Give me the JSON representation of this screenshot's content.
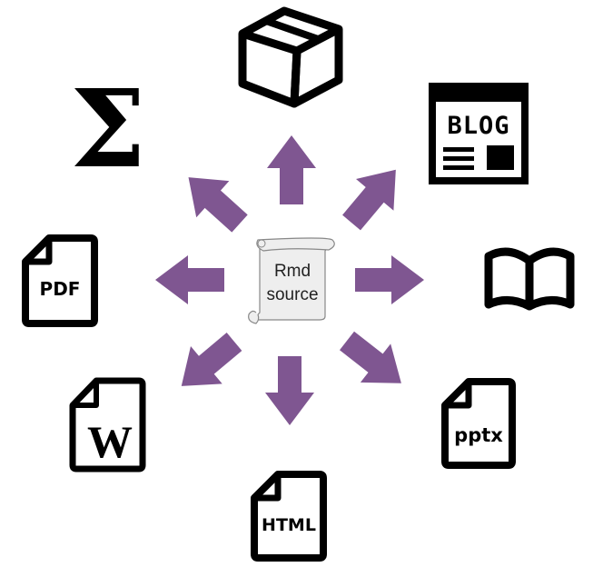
{
  "center": {
    "line1": "Rmd",
    "line2": "source",
    "icon": "scroll-icon"
  },
  "outputs": {
    "package": {
      "icon": "package-box-icon"
    },
    "blog": {
      "icon": "blog-page-icon",
      "label": "BLOG"
    },
    "book": {
      "icon": "open-book-icon"
    },
    "pptx": {
      "icon": "pptx-file-icon",
      "label": "pptx"
    },
    "html": {
      "icon": "html-file-icon",
      "label": "HTML"
    },
    "word": {
      "icon": "word-file-icon",
      "label": "W"
    },
    "pdf": {
      "icon": "pdf-file-icon",
      "label": "PDF"
    },
    "latex": {
      "icon": "sigma-icon",
      "label": "Σ"
    }
  },
  "colors": {
    "arrow": "#7f5691",
    "icon": "#000000",
    "scroll_fill": "#eeeeee",
    "scroll_stroke": "#888888"
  }
}
